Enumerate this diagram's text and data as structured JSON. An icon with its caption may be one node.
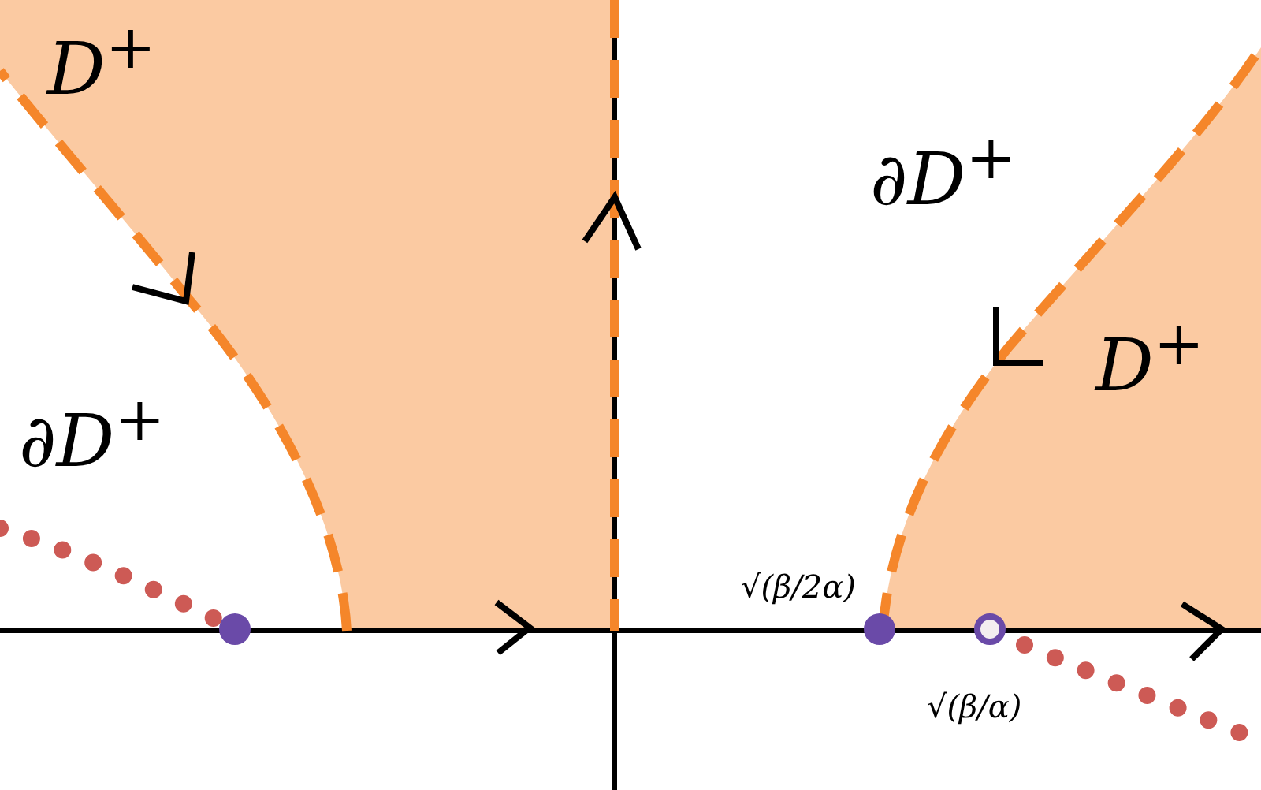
{
  "diagram": {
    "labels": [
      "D$^{+}$",
      "∂D$^{+}$",
      "D$^{+}$",
      "∂D$^{+}$",
      "√(β/2α)",
      "√(β/α)"
    ]
  }
}
